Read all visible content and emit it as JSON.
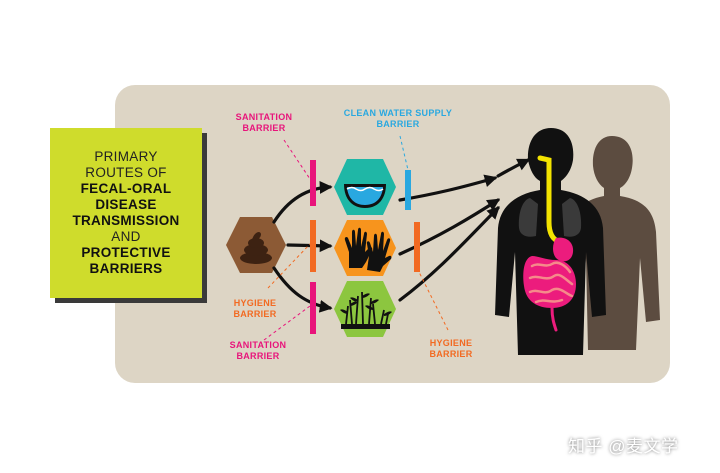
{
  "title": {
    "lines": [
      {
        "text": "PRIMARY",
        "bold": false
      },
      {
        "text": "ROUTES OF",
        "bold": false
      },
      {
        "text": "FECAL-ORAL",
        "bold": true
      },
      {
        "text": "DISEASE",
        "bold": true
      },
      {
        "text": "TRANSMISSION",
        "bold": true
      },
      {
        "text": "AND",
        "bold": false
      },
      {
        "text": "PROTECTIVE",
        "bold": true
      },
      {
        "text": "BARRIERS",
        "bold": true
      }
    ]
  },
  "labels": {
    "sanitation_top": "SANITATION\nBARRIER",
    "clean_water": "CLEAN WATER SUPPLY\nBARRIER",
    "hygiene_left": "HYGIENE\nBARRIER",
    "sanitation_bottom": "SANITATION\nBARRIER",
    "hygiene_right": "HYGIENE\nBARRIER"
  },
  "colors": {
    "panel": "#ddd5c5",
    "title_box": "#cfdc2c",
    "sanitation": "#e8147b",
    "water": "#29a8e0",
    "hygiene": "#f26a22",
    "feces_hex": "#8c5a35",
    "water_hex": "#1fb7a6",
    "hands_hex": "#f7941d",
    "plants_hex": "#8cc63f",
    "body": "#111111",
    "shadow_body": "#5c4c40",
    "gut": "#ec1c7d",
    "esophagus": "#f3e300"
  },
  "icons": [
    "feces-icon",
    "water-icon",
    "hands-icon",
    "plants-icon",
    "human-silhouette-icon"
  ],
  "watermark": "知乎 @麦文学"
}
